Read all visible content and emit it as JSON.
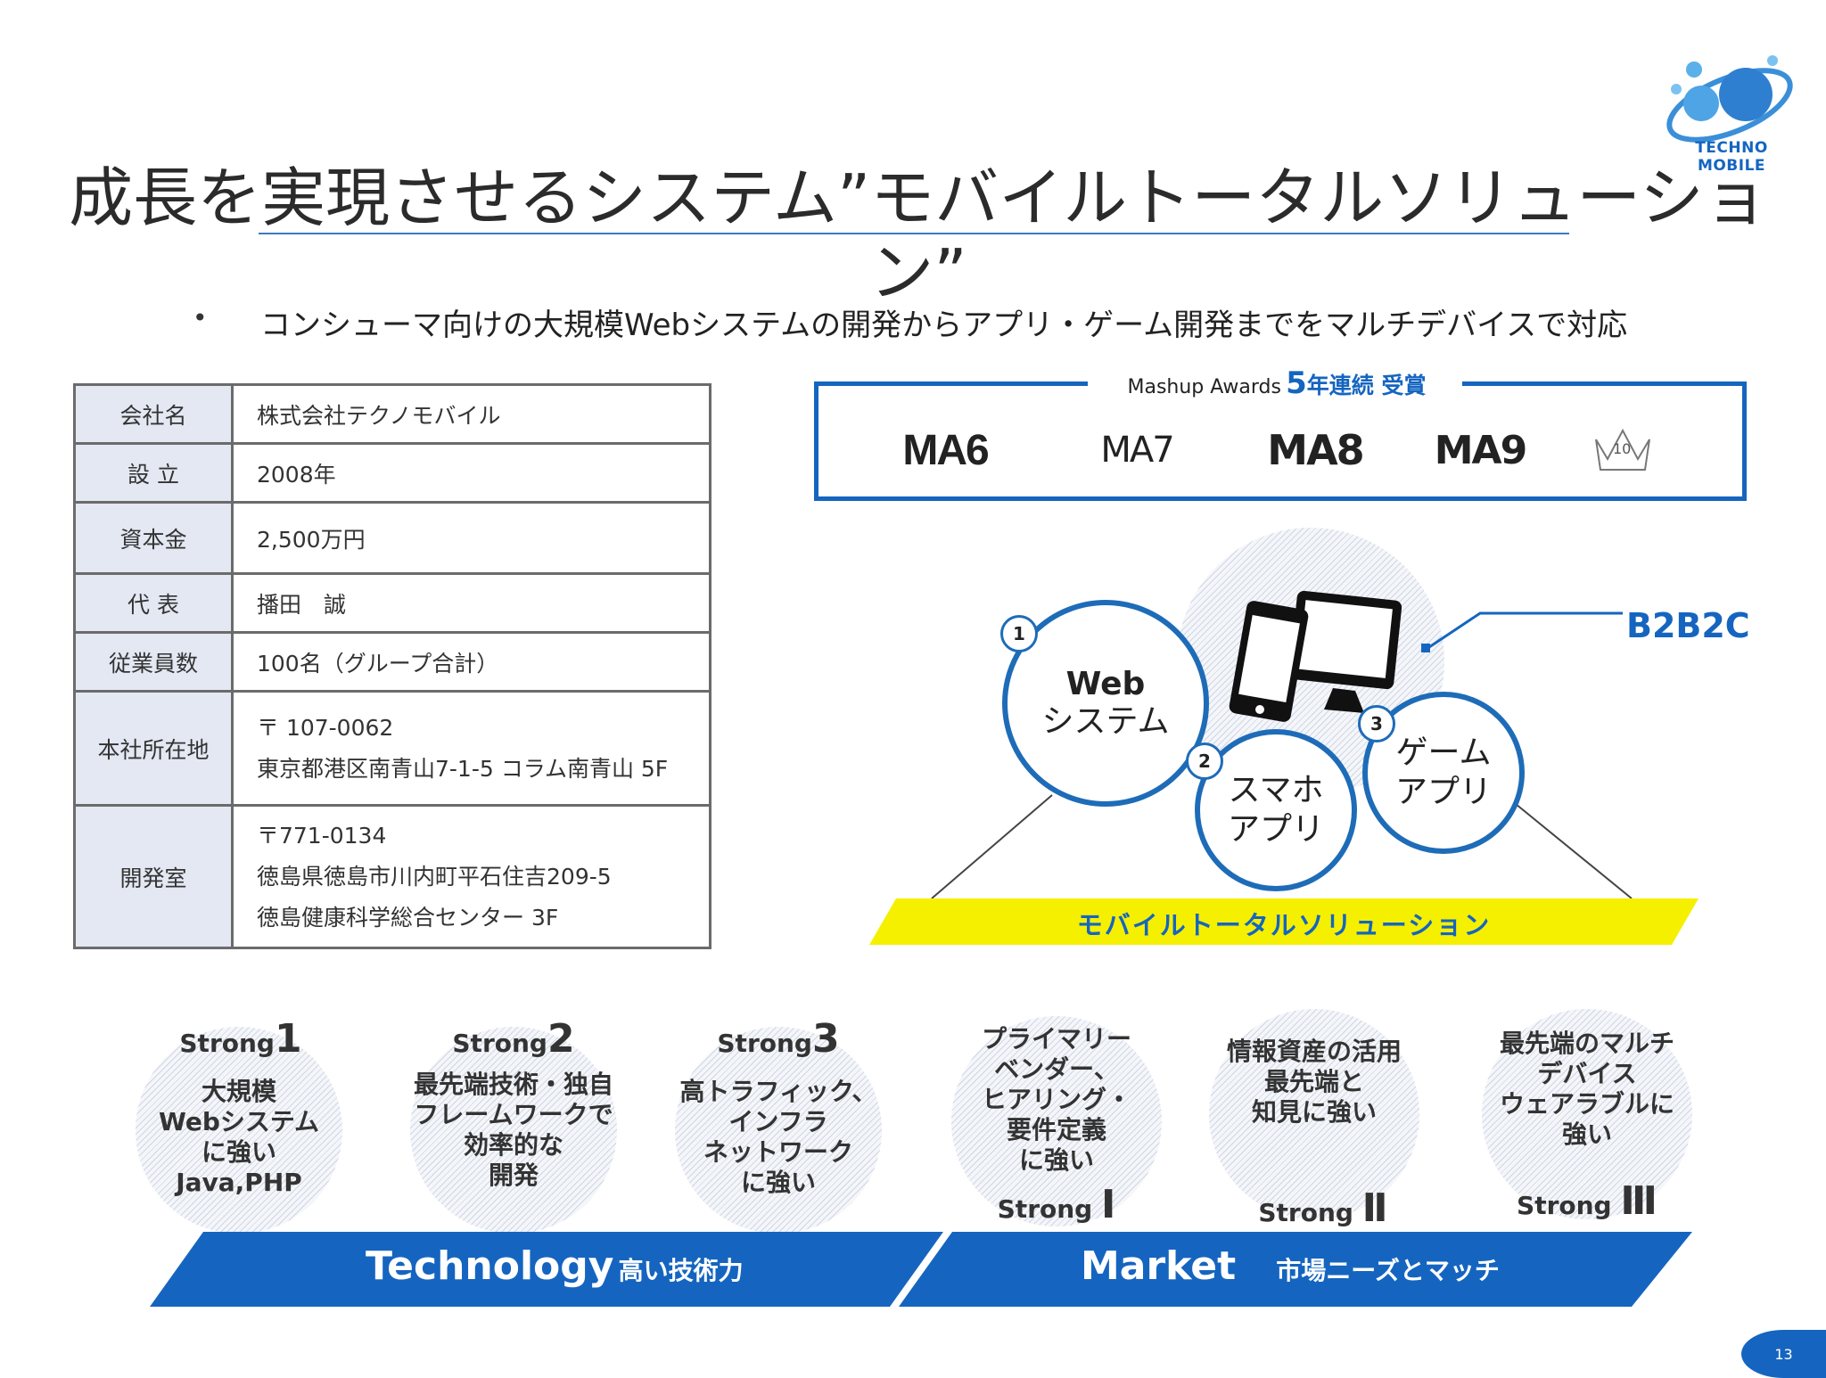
{
  "logo": {
    "text": "TECHNO MOBILE"
  },
  "title": "成長を実現させるシステム”モバイルトータルソリューション”",
  "bullet": "コンシューマ向けの大規模Webシステムの開発からアプリ・ゲーム開発までをマルチデバイスで対応",
  "company": {
    "rows": [
      {
        "key": "会社名",
        "value": "株式会社テクノモバイル"
      },
      {
        "key": "設 立",
        "value": "2008年"
      },
      {
        "key": "資本金",
        "value": "2,500万円"
      },
      {
        "key": "代 表",
        "value": "播田　誠"
      },
      {
        "key": "従業員数",
        "value": "100名（グループ合計）"
      }
    ],
    "hq": {
      "key": "本社所在地",
      "line1": "〒 107-0062",
      "line2": "東京都港区南青山7-1-5 コラム南青山 5F"
    },
    "dev": {
      "key": "開発室",
      "line1": "〒771-0134",
      "line2": "徳島県徳島市川内町平石住吉209-5",
      "line3": "徳島健康科学総合センター 3F"
    }
  },
  "awards": {
    "label_prefix": "Mashup Awards",
    "label_years": "5",
    "label_suffix": "年連続 受賞",
    "logos": [
      "MA6",
      "MA7",
      "MA8",
      "MA9",
      "10"
    ]
  },
  "solution": {
    "tag": "B2B2C",
    "circle1": {
      "num": "1",
      "line1": "Web",
      "line2": "システム"
    },
    "circle2": {
      "num": "2",
      "line1": "スマホ",
      "line2": "アプリ"
    },
    "circle3": {
      "num": "3",
      "line1": "ゲーム",
      "line2": "アプリ"
    },
    "banner": "モバイルトータルソリューション"
  },
  "strengths": {
    "tech": [
      {
        "label": "Strong",
        "num": "1",
        "lines": [
          "大規模",
          "Webシステム",
          "に強い",
          "Java,PHP"
        ]
      },
      {
        "label": "Strong",
        "num": "2",
        "lines": [
          "最先端技術・独自",
          "フレームワークで",
          "効率的な",
          "開発"
        ]
      },
      {
        "label": "Strong",
        "num": "3",
        "lines": [
          "高トラフィック、",
          "インフラ",
          "ネットワーク",
          "に強い"
        ]
      }
    ],
    "market": [
      {
        "label": "Strong",
        "num": "Ⅰ",
        "lines": [
          "プライマリー",
          "ベンダー、",
          "ヒアリング・",
          "要件定義",
          "に強い"
        ]
      },
      {
        "label": "Strong",
        "num": "Ⅱ",
        "lines": [
          "情報資産の活用",
          "最先端と",
          "知見に強い"
        ]
      },
      {
        "label": "Strong",
        "num": "Ⅲ",
        "lines": [
          "最先端のマルチ",
          "デバイス",
          "ウェアラブルに",
          "強い"
        ]
      }
    ],
    "tech_banner": {
      "main": "Technology",
      "sub": "高い技術力"
    },
    "market_banner": {
      "main": "Market",
      "sub": "市場ニーズとマッチ"
    }
  },
  "page_number": "13",
  "colors": {
    "accent": "#1565c0",
    "banner_yellow": "#f5f000",
    "cell_bg": "#e3e8f3"
  }
}
